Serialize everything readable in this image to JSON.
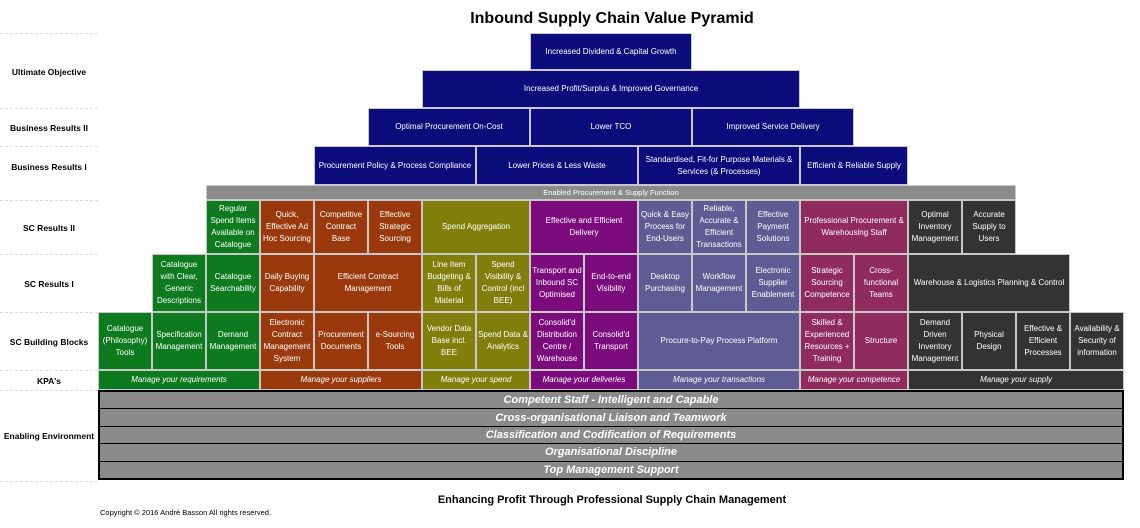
{
  "title": "Inbound Supply Chain Value Pyramid",
  "row_labels": [
    "Ultimate Objective",
    "Business Results II",
    "Business Results I",
    "SC Results II",
    "SC Results I",
    "SC Building Blocks",
    "KPA's",
    "Enabling Environment"
  ],
  "ultimate": [
    "Increased Dividend & Capital Growth",
    "Increased Profit/Surplus & Improved Governance"
  ],
  "br2": [
    "Optimal Procurement On-Cost",
    "Lower TCO",
    "Improved Service Delivery"
  ],
  "br1": [
    "Procurement Policy & Process Compliance",
    "Lower Prices & Less Waste",
    "Standardised, Fit-for Purpose Materials & Services (& Processes)",
    "Efficient & Reliable Supply"
  ],
  "enabled": "Enabled Procurement & Supply Function",
  "sc2": [
    "Regular Spend Items Available on Catalogue",
    "Quick, Effective Ad Hoc Sourcing",
    "Competitive Contract Base",
    "Effective Strategic Sourcing",
    "Spend Aggregation",
    "Effective and Efficient Delivery",
    "Quick & Easy Process for End-Users",
    "Reliable, Accurate & Efficient Transactions",
    "Effective Payment Solutions",
    "Professional Procurement & Warehousing Staff",
    "Optimal Inventory Management",
    "Accurate Supply to Users"
  ],
  "sc1": [
    "Catalogue with Clear, Generic Descriptions",
    "Catalogue Searchability",
    "Daily Buying Capability",
    "Efficient Contract Management",
    "Line Item Budgeting & Bills of Material",
    "Spend Visibility & Control (incl BEE)",
    "Transport and Inbound SC Optimised",
    "End-to-end Visibility",
    "Desktop Purchasing",
    "Workflow Management",
    "Electronic Supplier Enablement",
    "Strategic Sourcing Competence",
    "Cross-functional Teams",
    "Warehouse & Logistics Planning & Control"
  ],
  "blocks": [
    "Catalogue (Philosophy) Tools",
    "Specification Management",
    "Demand Management",
    "Electronic Contract Management System",
    "Procurement Documents",
    "e-Sourcing Tools",
    "Vendor Data Base incl. BEE",
    "Spend Data & Analytics",
    "Consolid'd Distribution Centre / Warehouse",
    "Consolid'd Transport",
    "Procure-to-Pay Process Platform",
    "Skilled & Experienced Resources + Training",
    "Structure",
    "Demand Driven Inventory Management",
    "Physical Design",
    "Effective & Efficient Processes",
    "Availability & Security of information"
  ],
  "kpa": [
    "Manage your requirements",
    "Manage your suppliers",
    "Manage your spend",
    "Manage your deliveries",
    "Manage your transactions",
    "Manage your competence",
    "Manage your supply"
  ],
  "enabling": [
    "Competent Staff - Intelligent and Capable",
    "Cross-organisational Liaison and Teamwork",
    "Classification and Codification of Requirements",
    "Organisational Discipline",
    "Top Management Support"
  ],
  "footer": "Enhancing Profit Through Professional Supply Chain Management",
  "copyright": "Copyright © 2016 André Basson  All rights reserved."
}
